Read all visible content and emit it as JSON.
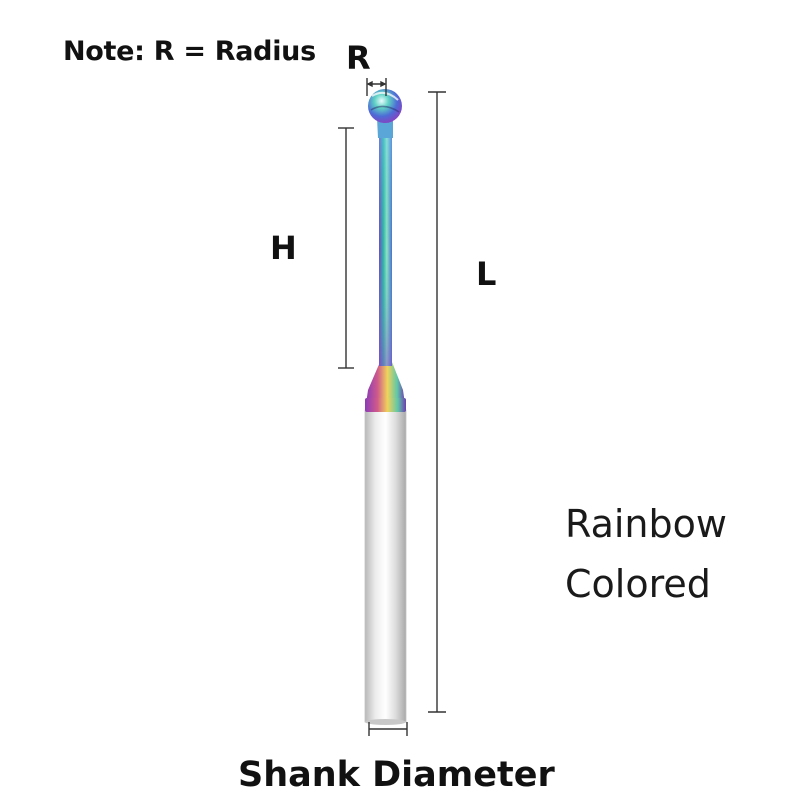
{
  "note": "Note: R = Radius",
  "labels": {
    "r": "R",
    "h": "H",
    "l": "L"
  },
  "side_text": {
    "line1": "Rainbow",
    "line2": "Colored"
  },
  "caption": "Shank Diameter",
  "colors": {
    "dimension_line": "#333333",
    "shank": "#d9d9d9",
    "neck_teal": "#3cc6b0",
    "neck_purple": "#7a4cc9",
    "collar_gold": "#e2c14a"
  }
}
